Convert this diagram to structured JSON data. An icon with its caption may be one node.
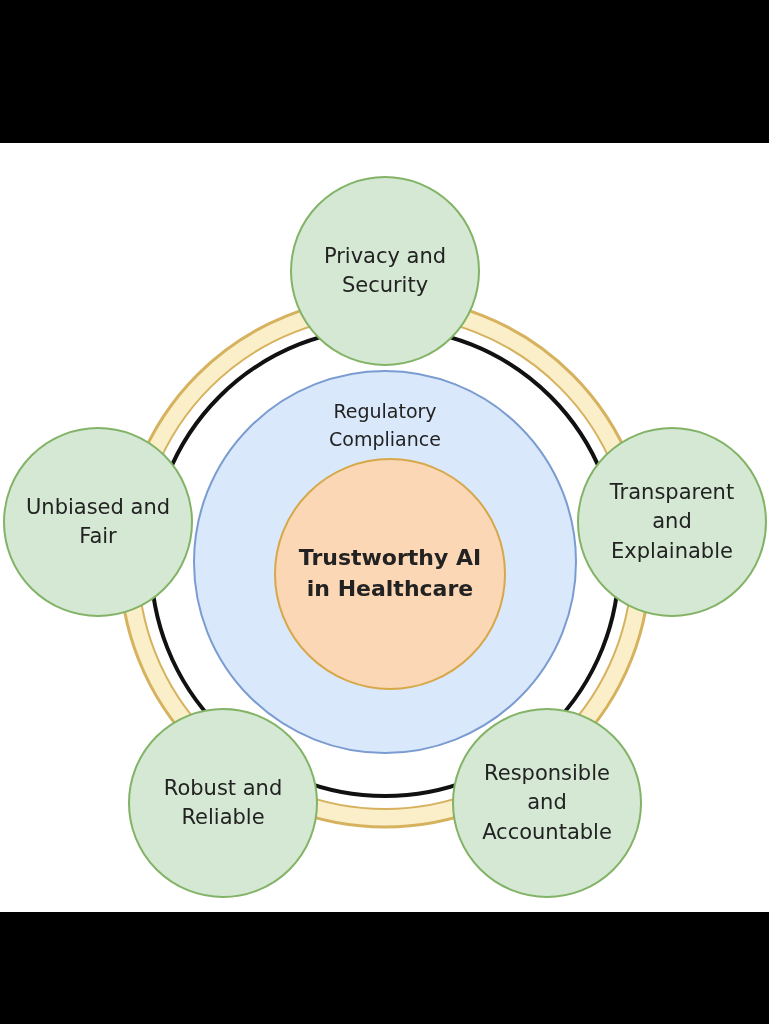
{
  "diagram": {
    "nodes": [
      {
        "text": [
          "Privacy and Security"
        ]
      },
      {
        "text": [
          "Regulatory Compliance"
        ]
      },
      {
        "text": [
          "Trustworthy AI in Healthcare"
        ],
        "in": 1
      },
      {
        "text": [
          "Unbiased and Fair"
        ]
      },
      {
        "text": [
          "Transparent and Explainable"
        ]
      },
      {
        "text": [
          "Robust and Reliable"
        ]
      },
      {
        "text": [
          "Responsible and Accountable"
        ]
      }
    ],
    "edges": []
  }
}
